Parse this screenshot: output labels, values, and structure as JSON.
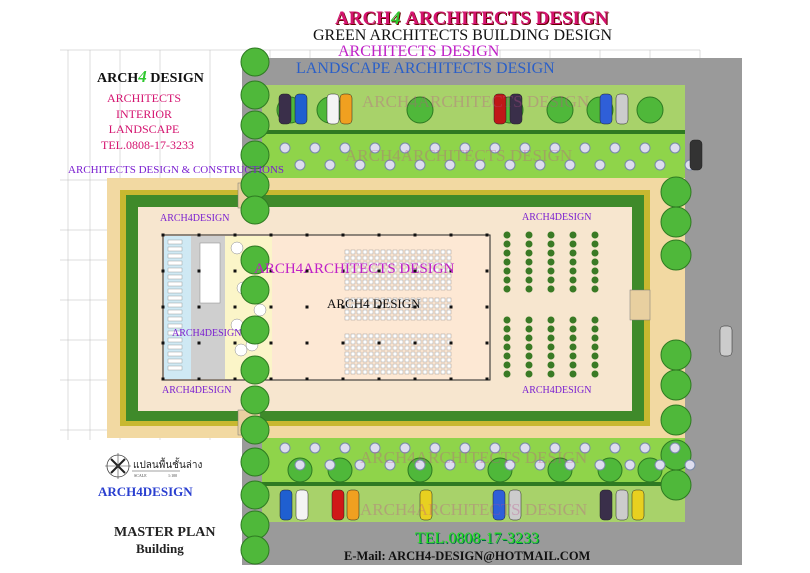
{
  "header": {
    "brand_prefix": "ARCH",
    "brand_four": "4",
    "brand_suffix": "ARCHITECTS  DESIGN",
    "line2": "GREEN ARCHITECTS BUILDING DESIGN",
    "line3": "ARCHITECTS  DESIGN",
    "line4": "LANDSCAPE ARCHITECTS  DESIGN"
  },
  "left_panel": {
    "logo_prefix": "ARCH",
    "logo_four": "4",
    "logo_suffix": "DESIGN",
    "services": [
      "ARCHITECTS",
      "INTERIOR",
      "LANDSCAPE"
    ],
    "tel": "TEL.0808-17-3233",
    "tagline": "ARCHITECTS DESIGN & CONSTRUCTIONS"
  },
  "plan_labels": {
    "small_logo": "ARCH4DESIGN",
    "center_logo": "ARCH4ARCHITECTS DESIGN",
    "hall_logo": "ARCH4 DESIGN",
    "watermark": "ARCH4ARCHITECTS  DESIGN"
  },
  "legend": {
    "plan_title_thai": "แปลนพื้นชั้นล่าง",
    "scale_label": "SCALE",
    "scale_value": "1:100",
    "logo": "ARCH4DESIGN",
    "title": "MASTER PLAN",
    "subtitle": "Building"
  },
  "footer": {
    "tel": "TEL.0808-17-3233",
    "email": "E-Mail: ARCH4-DESIGN@HOTMAIL.COM"
  },
  "colors": {
    "road": "#9a9a9a",
    "lawn": "#8fd44a",
    "sand": "#f2d9a2",
    "floor": "#f7e6cf",
    "hedge": "#3f8a2a",
    "tree": "#4fb83a"
  }
}
